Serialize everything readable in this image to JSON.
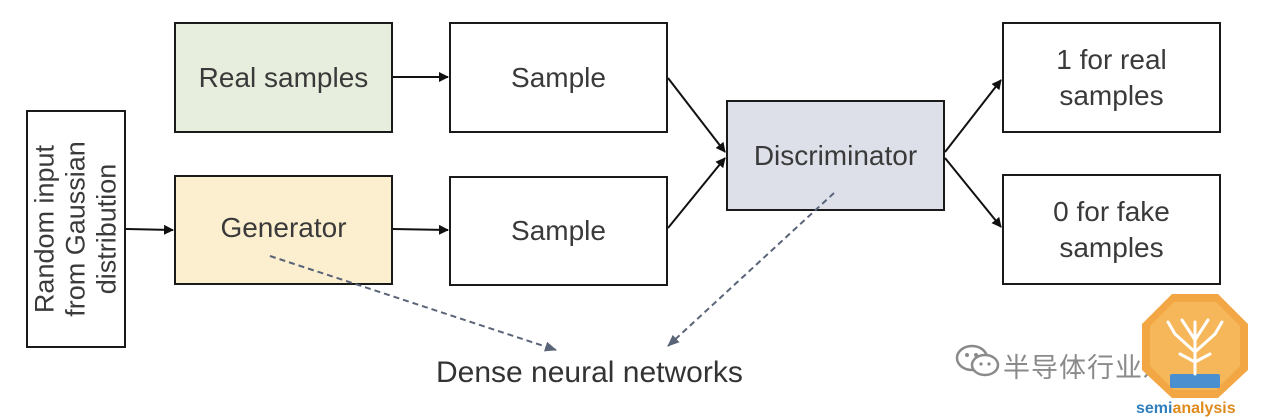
{
  "diagram": {
    "random_input": {
      "lines": [
        "Random input",
        "from Gaussian",
        "distribution"
      ]
    },
    "real_samples": {
      "label": "Real samples",
      "fill": "#e7eedd"
    },
    "generator": {
      "label": "Generator",
      "fill": "#fbefcf"
    },
    "sample_top": {
      "label": "Sample"
    },
    "sample_bottom": {
      "label": "Sample"
    },
    "discriminator": {
      "label": "Discriminator",
      "fill": "#dde0e8"
    },
    "output_real": {
      "lines": [
        "1 for real",
        "samples"
      ]
    },
    "output_fake": {
      "lines": [
        "0 for fake",
        "samples"
      ]
    },
    "caption": "Dense neural networks"
  },
  "watermark": {
    "text": "半导体行业观察",
    "icon": "wechat-icon",
    "logo_icon": "semianalysis-tree-icon",
    "logo_text_main": "semi",
    "logo_text_accent": "analysis"
  }
}
